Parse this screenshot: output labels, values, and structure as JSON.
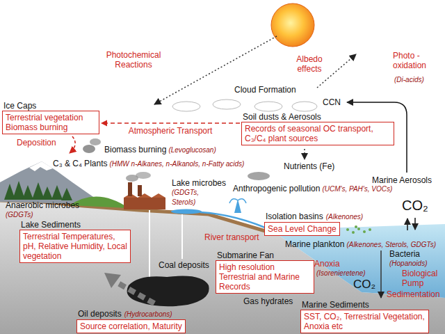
{
  "diagram": {
    "nodes": [
      {
        "text": [
          "Ice Caps",
          "Terrestrial vegetation Biomass burning"
        ]
      },
      {
        "text": [
          "Soil dusts & Aerosols",
          "Records of seasonal OC transport, C₃/C₄ plant sources"
        ]
      },
      {
        "text": [
          "Lake Sediments",
          "Terrestrial Temperatures, pH, Relative Humidity, Local vegetation"
        ]
      },
      {
        "text": [
          "Isolation basins",
          "(Alkenones)",
          "Sea Level Change"
        ]
      },
      {
        "text": [
          "Submarine Fan",
          "High resolution Terrestrial and Marine Records"
        ]
      },
      {
        "text": [
          "Oil deposits",
          "(Hydrocarbons)",
          "Source correlation, Maturity"
        ]
      },
      {
        "text": [
          "Marine Sediments",
          "SST, CO₂, Terrestrial Vegetation, Anoxia etc"
        ]
      }
    ],
    "edges": [
      {
        "from": 1,
        "to": 0,
        "arrow": "to",
        "label": "Atmospheric Transport"
      }
    ],
    "labels": [
      "Photochemical Reactions",
      "Albedo effects",
      "Cloud Formation",
      "CCN",
      "Photo -oxidation",
      "(Di-acids)",
      "Deposition",
      "Biomass burning",
      "(Levoglucosan)",
      "C₃ & C₄ Plants",
      "(HMW n-Alkanes, n-Alkanols, n-Fatty acids)",
      "Nutrients (Fe)",
      "Marine Aerosols",
      "Lake microbes",
      "(GDGTs, Sterols)",
      "Anthropogenic pollution",
      "(UCM's, PAH's, VOCs)",
      "Anaerobic microbes",
      "(GDGTs)",
      "River transport",
      "CO₂",
      "Marine plankton",
      "(Alkenones, Sterols, GDGTs)",
      "Bacteria",
      "(Hopanoids)",
      "Coal deposits",
      "Anoxia",
      "(Isorenieretene)",
      "Biological Pump",
      "Gas hydrates",
      "CO₂",
      "Sedimentation"
    ]
  }
}
